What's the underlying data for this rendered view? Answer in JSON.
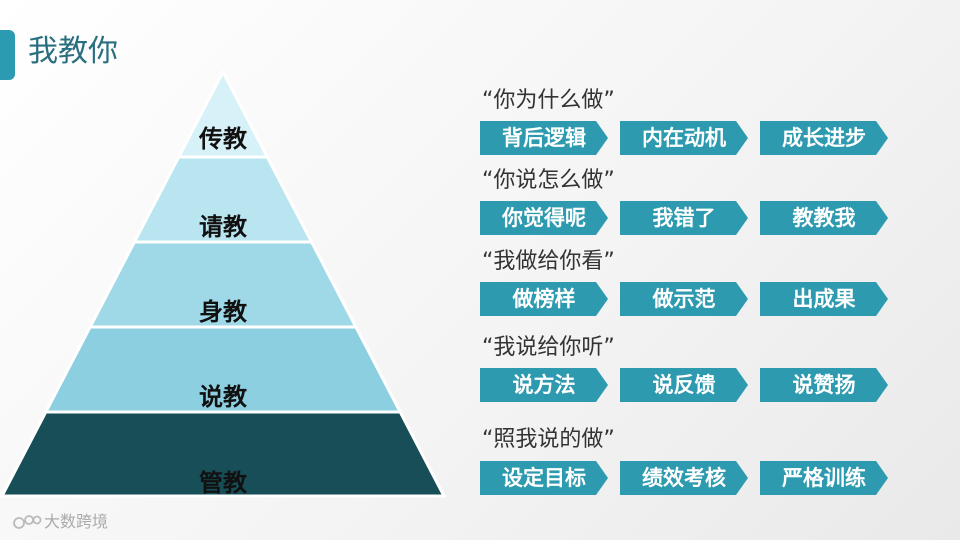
{
  "header": {
    "title": "我教你"
  },
  "pyramid": {
    "tiers": [
      {
        "label": "传教",
        "color": "#d6f1f7"
      },
      {
        "label": "请教",
        "color": "#b8e5ef"
      },
      {
        "label": "身教",
        "color": "#9fd9e7"
      },
      {
        "label": "说教",
        "color": "#8ccfe0"
      },
      {
        "label": "管教",
        "color": "#174e57"
      }
    ]
  },
  "groups": [
    {
      "quote": "“你为什么做”",
      "chips": [
        "背后逻辑",
        "内在动机",
        "成长进步"
      ]
    },
    {
      "quote": "“你说怎么做”",
      "chips": [
        "你觉得呢",
        "我错了",
        "教教我"
      ]
    },
    {
      "quote": "“我做给你看”",
      "chips": [
        "做榜样",
        "做示范",
        "出成果"
      ]
    },
    {
      "quote": "“我说给你听”",
      "chips": [
        "说方法",
        "说反馈",
        "说赞扬"
      ]
    },
    {
      "quote": "“照我说的做”",
      "chips": [
        "设定目标",
        "绩效考核",
        "严格训练"
      ]
    }
  ],
  "footer": {
    "logo_text": "大数跨境",
    "logo_icon": "logo-mark-icon"
  },
  "colors": {
    "accent": "#2d9aaf",
    "title": "#2a6f80"
  }
}
